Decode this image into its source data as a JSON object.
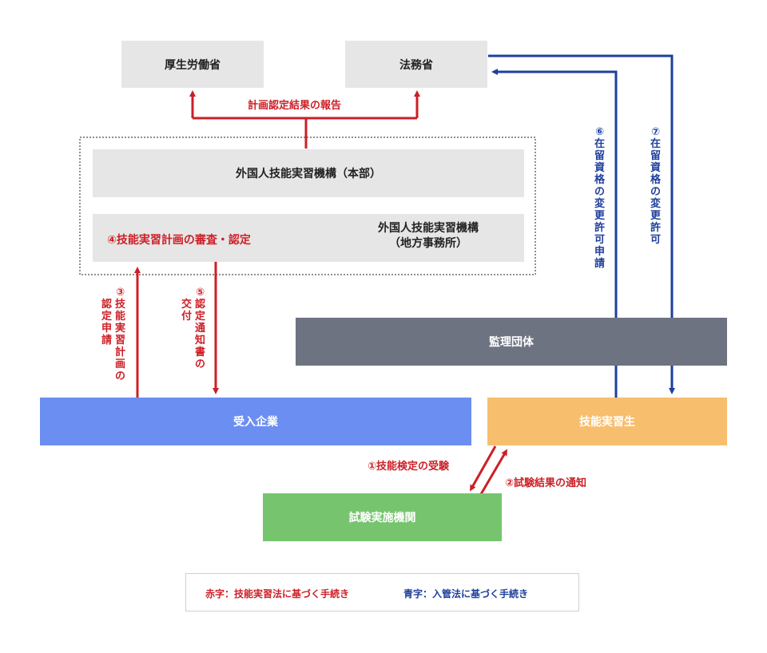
{
  "nodes": {
    "mhlw": "厚生労働省",
    "moj": "法務省",
    "otit_hq": "外国人技能実習機構（本部）",
    "otit_review": "④技能実習計画の審査・認定",
    "otit_regional_line1": "外国人技能実習機構",
    "otit_regional_line2": "（地方事務所）",
    "supervising": "監理団体",
    "company": "受入企業",
    "trainee": "技能実習生",
    "exam_body": "試験実施機関"
  },
  "edges": {
    "report": "計画認定結果の報告",
    "apply_col1": "③技能実習計画の",
    "apply_col2": "認定申請",
    "notify_col1": "⑤認定通知書の",
    "notify_col2": "交付",
    "status_apply": "⑥在留資格の変更許可申請",
    "status_permit": "⑦在留資格の変更許可",
    "skill_test": "①技能検定の受験",
    "test_result": "②試験結果の通知"
  },
  "legend": {
    "red": "赤字：技能実習法に基づく手続き",
    "blue": "青字：入管法に基づく手続き"
  },
  "colors": {
    "red": "#cc1f26",
    "blue": "#1e3f9c",
    "grey_box": "#e6e6e6",
    "supervising": "#6e7382",
    "company": "#6b8ef2",
    "trainee": "#f7be6e",
    "exam_body": "#76c56e"
  }
}
